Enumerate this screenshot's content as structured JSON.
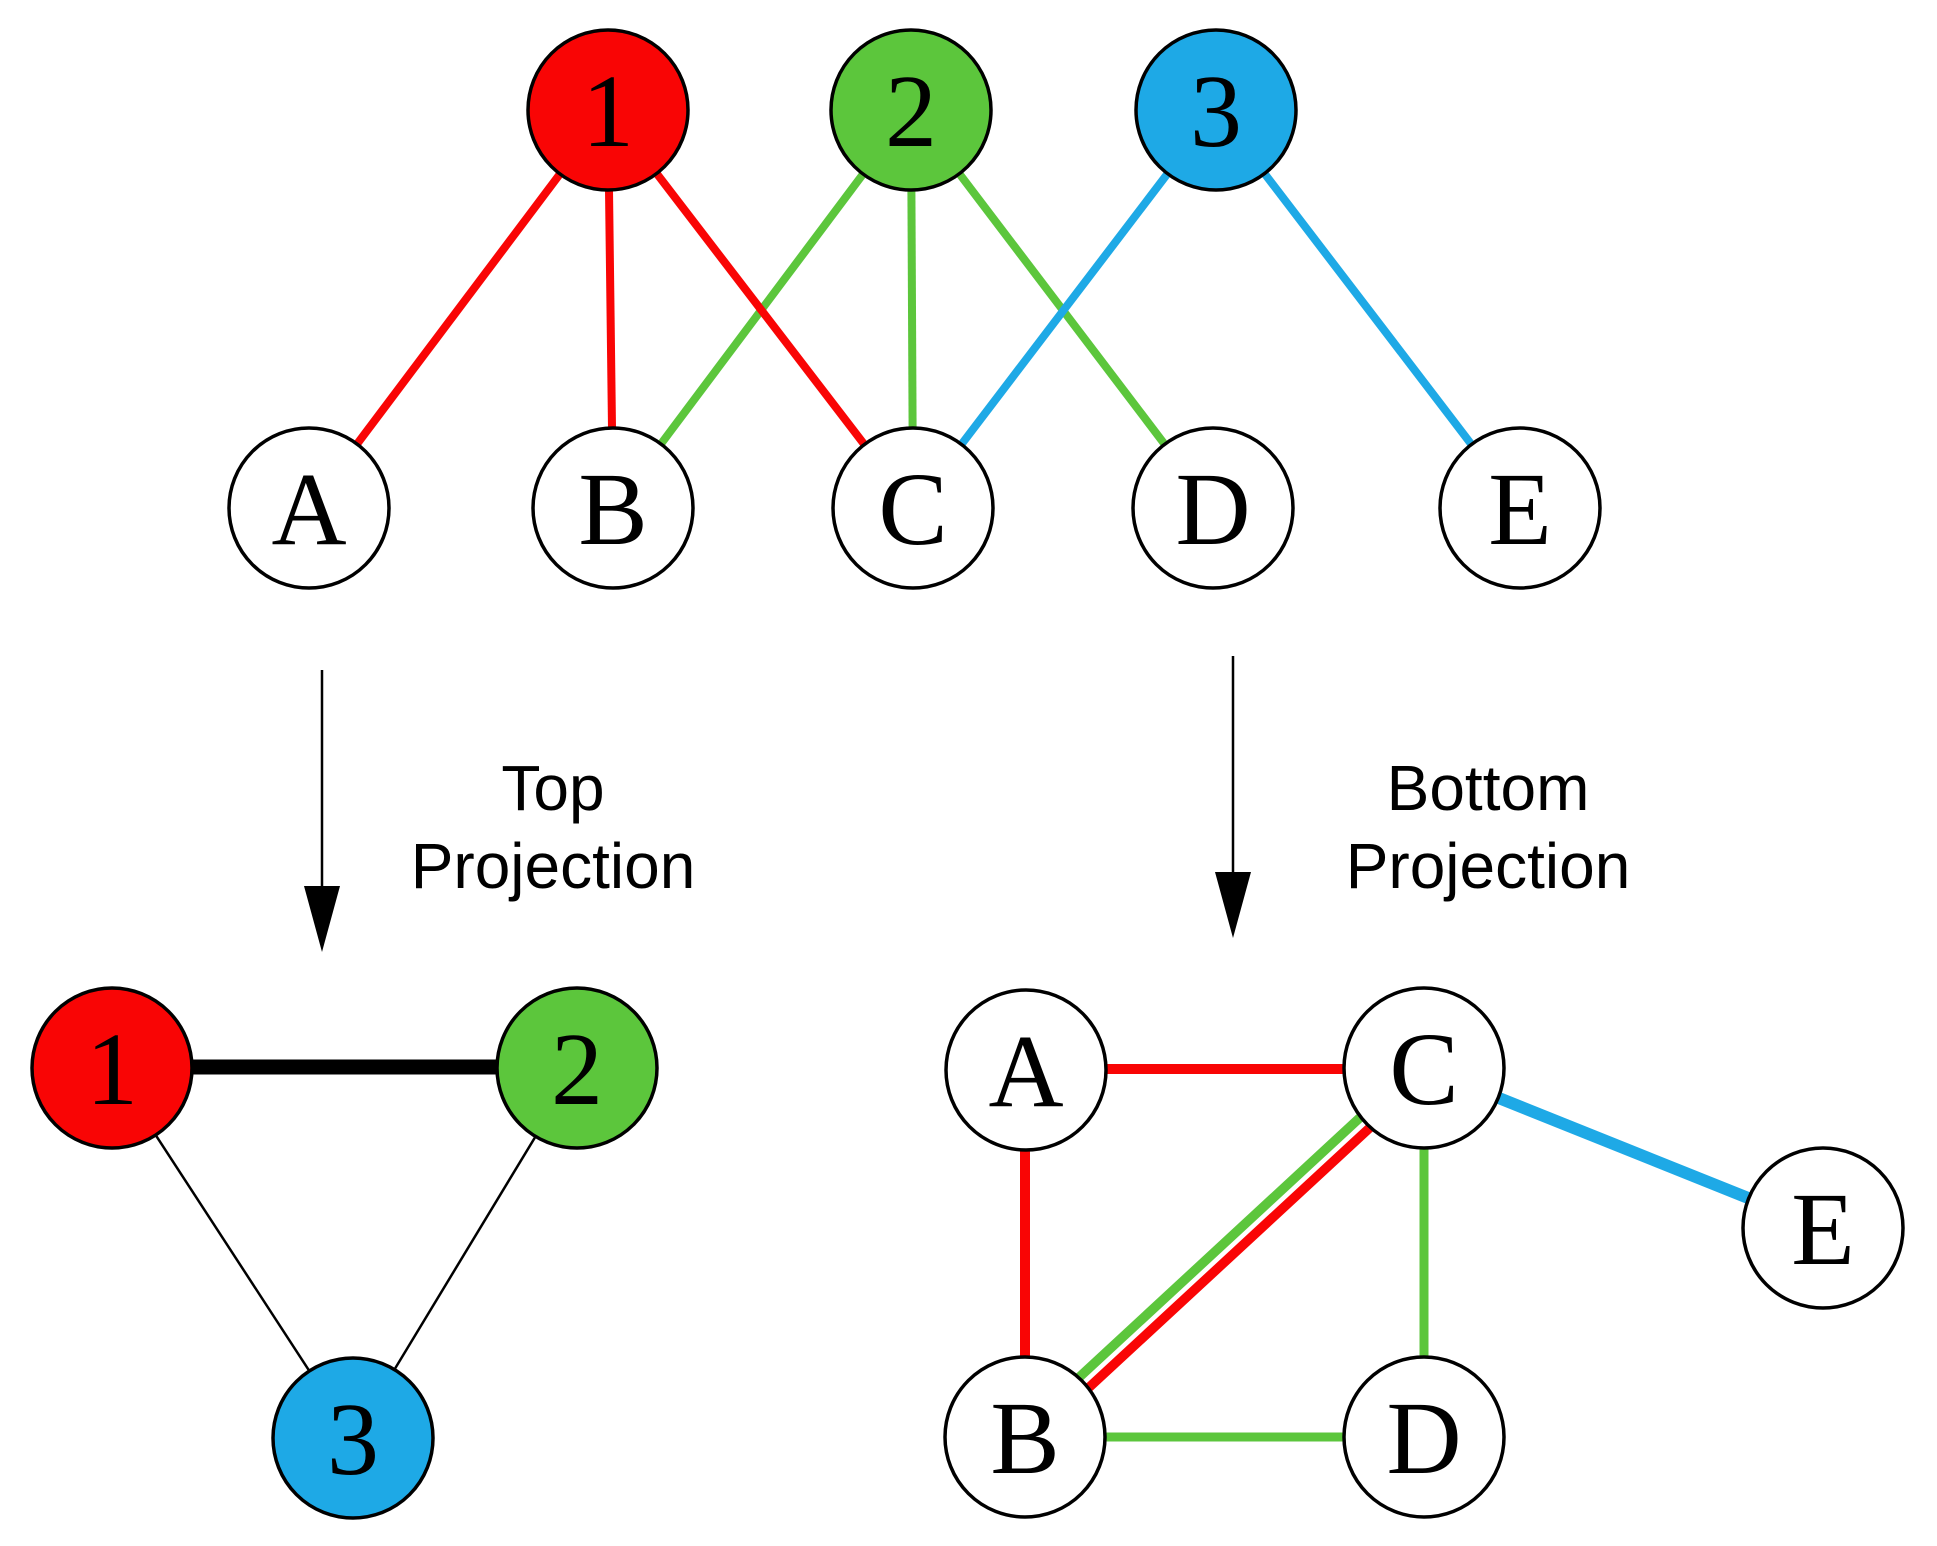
{
  "colors": {
    "red": "#F90505",
    "green": "#5CC63C",
    "blue": "#1EA9E6",
    "black": "#000000",
    "white": "#FFFFFF"
  },
  "bipartite_graph": {
    "top_nodes": [
      {
        "label": "1",
        "color": "#F90505"
      },
      {
        "label": "2",
        "color": "#5CC63C"
      },
      {
        "label": "3",
        "color": "#1EA9E6"
      }
    ],
    "bottom_nodes": [
      {
        "label": "A"
      },
      {
        "label": "B"
      },
      {
        "label": "C"
      },
      {
        "label": "D"
      },
      {
        "label": "E"
      }
    ],
    "edges": [
      {
        "from": "1",
        "to": "A",
        "color": "red"
      },
      {
        "from": "1",
        "to": "B",
        "color": "red"
      },
      {
        "from": "1",
        "to": "C",
        "color": "red"
      },
      {
        "from": "2",
        "to": "B",
        "color": "green"
      },
      {
        "from": "2",
        "to": "C",
        "color": "green"
      },
      {
        "from": "2",
        "to": "D",
        "color": "green"
      },
      {
        "from": "3",
        "to": "C",
        "color": "blue"
      },
      {
        "from": "3",
        "to": "E",
        "color": "blue"
      }
    ]
  },
  "captions": {
    "top_projection_line1": "Top",
    "top_projection_line2": "Projection",
    "bottom_projection_line1": "Bottom",
    "bottom_projection_line2": "Projection"
  },
  "top_projection_graph": {
    "nodes": [
      {
        "label": "1",
        "color": "#F90505"
      },
      {
        "label": "2",
        "color": "#5CC63C"
      },
      {
        "label": "3",
        "color": "#1EA9E6"
      }
    ],
    "edges": [
      {
        "from": "1",
        "to": "2",
        "style": "thick-black"
      },
      {
        "from": "1",
        "to": "3",
        "style": "thin-black"
      },
      {
        "from": "2",
        "to": "3",
        "style": "thin-black"
      }
    ]
  },
  "bottom_projection_graph": {
    "nodes": [
      {
        "label": "A"
      },
      {
        "label": "B"
      },
      {
        "label": "C"
      },
      {
        "label": "D"
      },
      {
        "label": "E"
      }
    ],
    "edges": [
      {
        "from": "A",
        "to": "C",
        "color": "red"
      },
      {
        "from": "A",
        "to": "B",
        "color": "red"
      },
      {
        "from": "B",
        "to": "C",
        "color": "green"
      },
      {
        "from": "B",
        "to": "C",
        "color": "red"
      },
      {
        "from": "C",
        "to": "D",
        "color": "green"
      },
      {
        "from": "B",
        "to": "D",
        "color": "green"
      },
      {
        "from": "C",
        "to": "E",
        "color": "blue"
      }
    ]
  }
}
